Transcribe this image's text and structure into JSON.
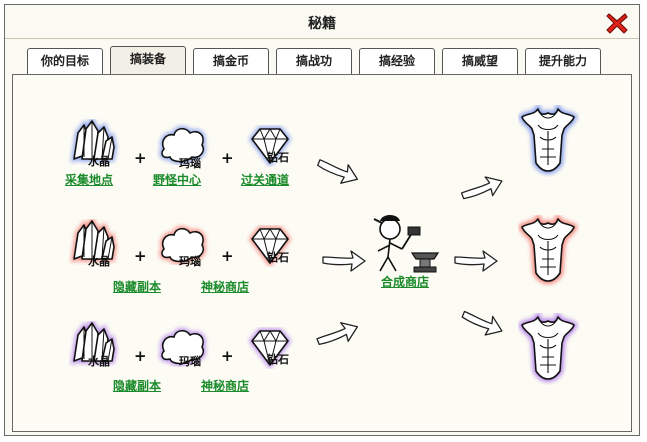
{
  "window": {
    "title": "秘籍",
    "close_icon": "red-x-close-icon"
  },
  "tabs": [
    {
      "label": "你的目标",
      "active": false
    },
    {
      "label": "搞装备",
      "active": true
    },
    {
      "label": "搞金币",
      "active": false
    },
    {
      "label": "搞战功",
      "active": false
    },
    {
      "label": "搞经验",
      "active": false
    },
    {
      "label": "搞威望",
      "active": false
    },
    {
      "label": "提升能力",
      "active": false
    }
  ],
  "materials": {
    "crystal": "水晶",
    "agate": "玛瑙",
    "diamond": "钻石"
  },
  "colors": {
    "blue": "#3b63e8",
    "red": "#ee3b30",
    "purple": "#8a3ee6",
    "link_green": "#1b8b2b"
  },
  "rows": [
    {
      "tier": "blue",
      "sources": [
        "采集地点",
        "野怪中心",
        "过关通道"
      ]
    },
    {
      "tier": "red",
      "sources": [
        "隐藏副本",
        "神秘商店"
      ]
    },
    {
      "tier": "purple",
      "sources": [
        "隐藏副本",
        "神秘商店"
      ]
    }
  ],
  "crafting": {
    "station_label": "合成商店",
    "station_icon": "blacksmith-anvil-icon"
  },
  "plus_sign": "+"
}
